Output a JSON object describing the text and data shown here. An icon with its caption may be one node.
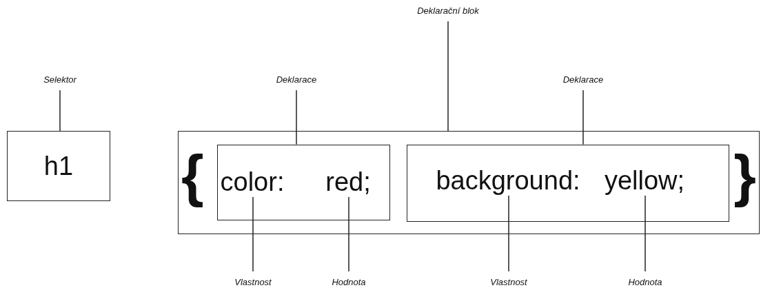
{
  "diagram": {
    "nodes": [
      {
        "text": [
          "Selektor"
        ]
      },
      {
        "text": [
          "h1"
        ]
      },
      {
        "text": [
          "Deklarační blok"
        ]
      },
      {
        "text": [
          "{",
          "}"
        ]
      },
      {
        "text": [
          "Deklarace"
        ]
      },
      {
        "text": [],
        "shape": "box",
        "in": 3
      },
      {
        "text": [
          "color:"
        ],
        "in": 5
      },
      {
        "text": [
          "red;"
        ],
        "in": 5
      },
      {
        "text": [
          "Deklarace"
        ]
      },
      {
        "text": [],
        "shape": "box",
        "in": 3
      },
      {
        "text": [
          "background:"
        ],
        "in": 9
      },
      {
        "text": [
          "yellow;"
        ],
        "in": 9
      },
      {
        "text": [
          "Vlastnost"
        ]
      },
      {
        "text": [
          "Hodnota"
        ]
      },
      {
        "text": [
          "Vlastnost"
        ]
      },
      {
        "text": [
          "Hodnota"
        ]
      }
    ],
    "edges": [
      {
        "from": 0,
        "to": 1,
        "arrow": "none"
      },
      {
        "from": 2,
        "to": 3,
        "arrow": "none"
      },
      {
        "from": 4,
        "to": 5,
        "arrow": "none"
      },
      {
        "from": 8,
        "to": 9,
        "arrow": "none"
      },
      {
        "from": 12,
        "to": 6,
        "arrow": "none"
      },
      {
        "from": 13,
        "to": 7,
        "arrow": "none"
      },
      {
        "from": 14,
        "to": 10,
        "arrow": "none"
      },
      {
        "from": 15,
        "to": 11,
        "arrow": "none"
      }
    ]
  }
}
